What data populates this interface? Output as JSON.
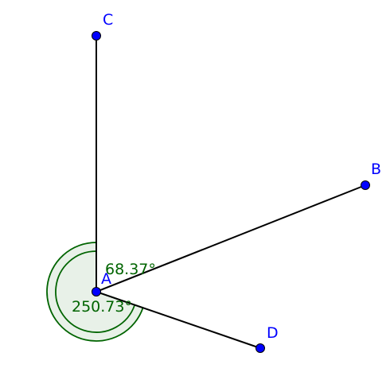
{
  "colors": {
    "point_fill": "#0000ff",
    "point_label": "#0000ff",
    "segment": "#000000",
    "angle_stroke": "#006400",
    "angle_fill": "#e6f0e6",
    "angle_label": "#006400"
  },
  "points": {
    "A": {
      "label": "A"
    },
    "B": {
      "label": "B"
    },
    "C": {
      "label": "C"
    },
    "D": {
      "label": "D"
    }
  },
  "segments": [
    {
      "from": "A",
      "to": "C"
    },
    {
      "from": "A",
      "to": "B"
    },
    {
      "from": "A",
      "to": "D"
    }
  ],
  "angles": {
    "reflex": {
      "label": "250.73°",
      "value_deg": 250.73,
      "rays": [
        "C",
        "D"
      ]
    },
    "acute": {
      "label": "68.37°",
      "value_deg": 68.37,
      "rays": [
        "C",
        "B"
      ]
    }
  }
}
